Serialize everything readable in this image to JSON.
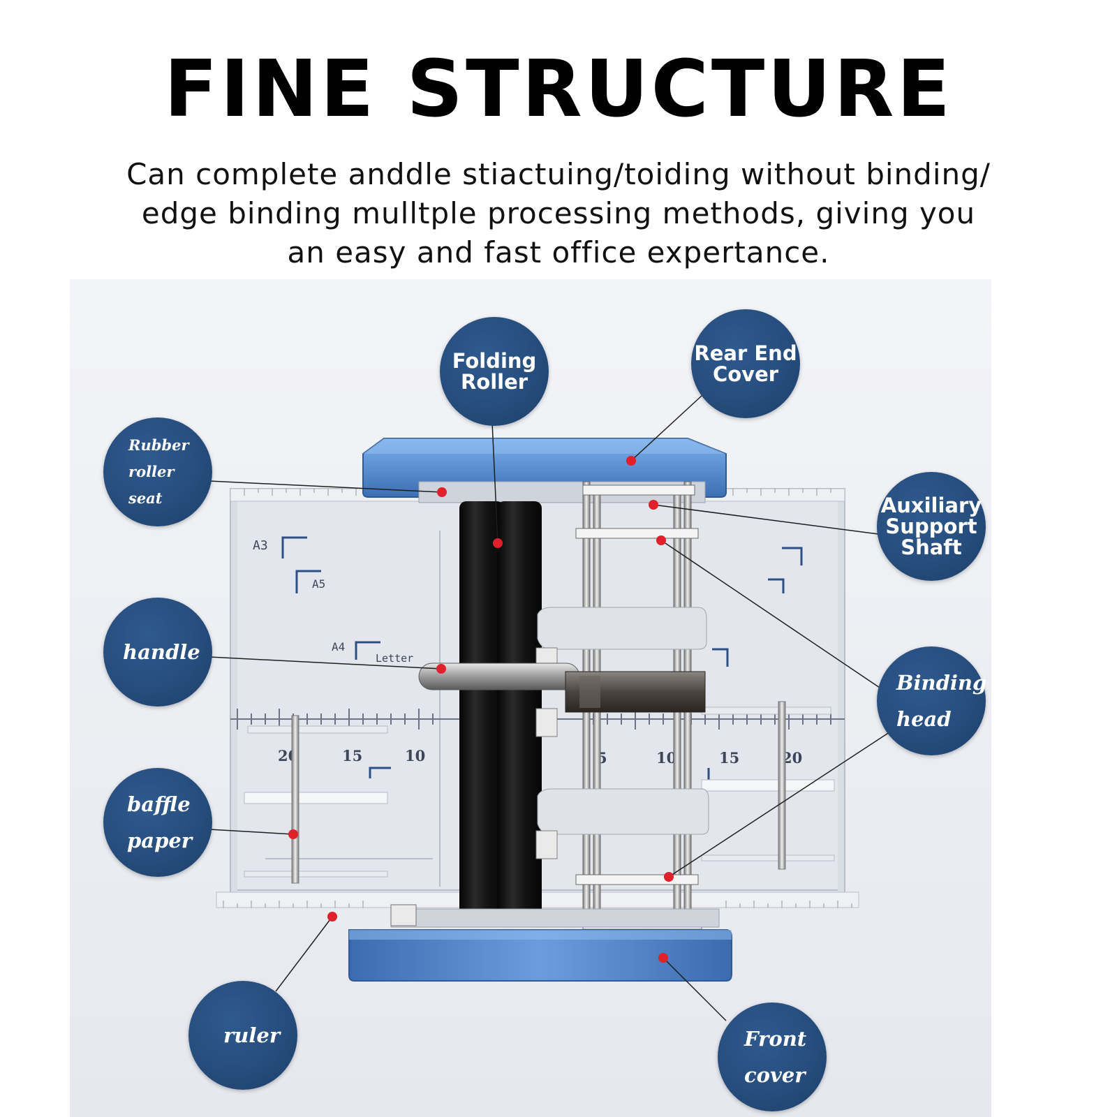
{
  "heading": "FINE STRUCTURE",
  "description": [
    "Can complete anddle stiactuing/toiding without binding/",
    "edge binding mulltple processing methods, giving you",
    "an easy and fast office expertance."
  ],
  "ruler_markings": {
    "paper_sizes": [
      "A3",
      "A5",
      "A4",
      "Letter"
    ],
    "left_scale": [
      "20",
      "15",
      "10"
    ],
    "right_scale": [
      "5",
      "10",
      "15",
      "20"
    ]
  },
  "callouts": [
    {
      "id": "folding-roller",
      "lines": [
        "Folding",
        "Roller"
      ]
    },
    {
      "id": "rear-end-cover",
      "lines": [
        "Rear End",
        "Cover"
      ]
    },
    {
      "id": "rubber-roller-seat",
      "lines": [
        "Rubber",
        "roller",
        "seat"
      ]
    },
    {
      "id": "auxiliary-support-shaft",
      "lines": [
        "Auxiliary",
        "Support",
        "Shaft"
      ]
    },
    {
      "id": "handle",
      "lines": [
        "handle"
      ]
    },
    {
      "id": "binding-head",
      "lines": [
        "Binding",
        "head"
      ]
    },
    {
      "id": "baffle-paper",
      "lines": [
        "baffle",
        "paper"
      ]
    },
    {
      "id": "ruler",
      "lines": [
        "ruler"
      ]
    },
    {
      "id": "front-cover",
      "lines": [
        "Front",
        "cover"
      ]
    }
  ],
  "colors": {
    "bubble": "#264d7d",
    "machine_blue": "#5b8fd1",
    "marker_red": "#e0202a",
    "roller_black": "#161616"
  }
}
